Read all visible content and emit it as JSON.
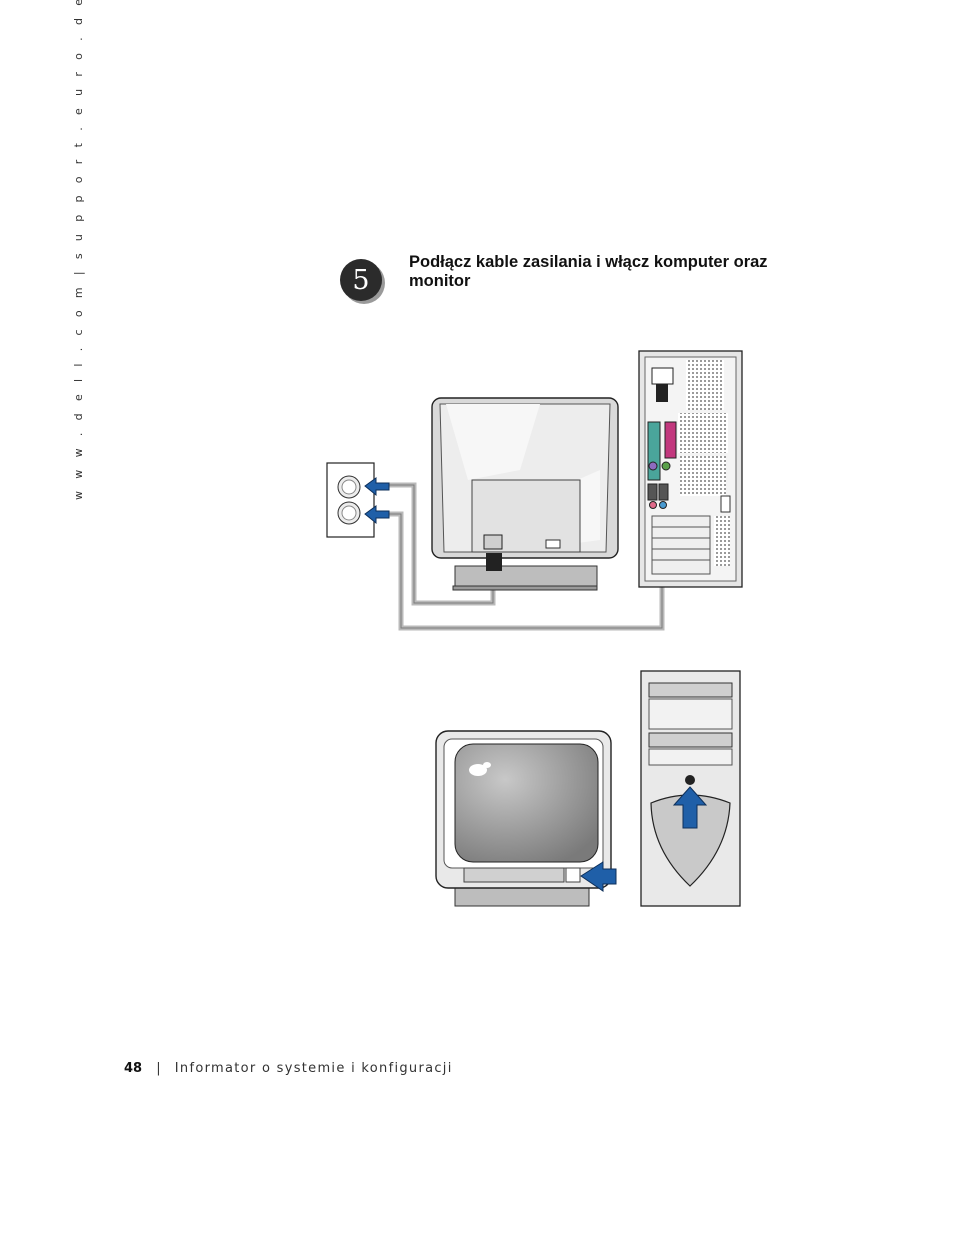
{
  "sidebar": {
    "url_text": "w w w . d e l l . c o m  |  s u p p o r t . e u r o . d e l l . c o m"
  },
  "step": {
    "number": "5",
    "title": "Podłącz kable zasilania i włącz komputer oraz monitor"
  },
  "footer": {
    "page_number": "48",
    "separator": "|",
    "title": "Informator o systemie i konfiguracji"
  },
  "colors": {
    "arrow_blue": "#1f5fa8",
    "cable_gray": "#b5b5b5",
    "badge_dark": "#2b2b2b"
  },
  "icons": [
    "power-outlet-icon",
    "monitor-back-icon",
    "computer-back-icon",
    "monitor-front-icon",
    "computer-front-icon",
    "arrow-icon"
  ]
}
